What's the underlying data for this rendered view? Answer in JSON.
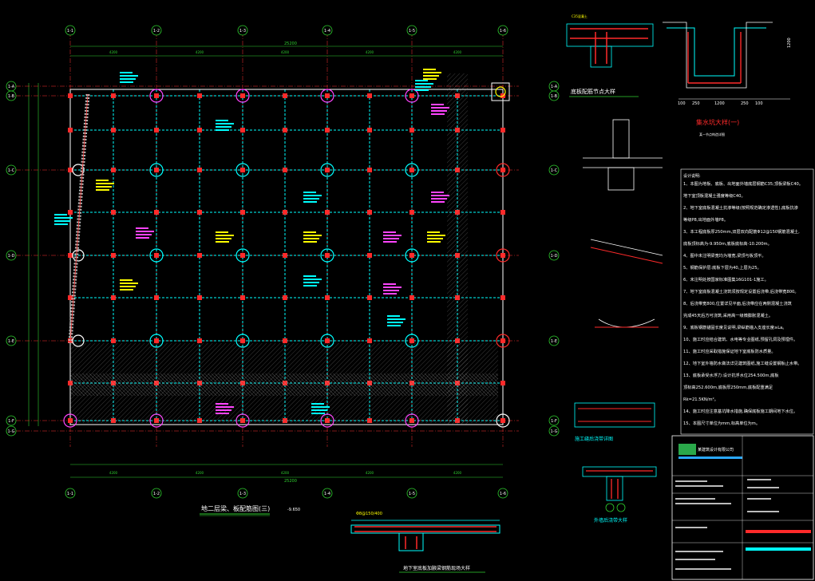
{
  "grid": {
    "col_labels": [
      "1-1",
      "1-2",
      "1-3",
      "1-4",
      "1-5",
      "1-6"
    ],
    "row_labels": [
      "1-A",
      "1-B",
      "1-C",
      "1-D",
      "1-E",
      "1-F",
      "1-G"
    ],
    "bay_dims_top": [
      "4200",
      "4200",
      "4200",
      "4200",
      "4200",
      "4200"
    ],
    "bay_dims_bottom": [
      "4200",
      "4200",
      "4200",
      "4200",
      "4200",
      "4200"
    ],
    "overall_dim": "25200"
  },
  "plan_title": "地二层梁、板配筋图(三)",
  "plan_level": "-9.650",
  "detail_titles": {
    "node": "底板配筋节点大样",
    "sump": "集水坑大样(一)",
    "sump_sub": "某一节点构造详图",
    "waterstop": "施工缝后浇带详图",
    "wall": "外墙后浇带大样",
    "beam_section": "地下室底板加腋梁钢筋现场大样"
  },
  "notes": {
    "title": "设计说明:",
    "lines": [
      "1、本图为地板、底板、出地面外墙底层钢筋C35;顶板梁板C40。",
      "   地下室顶板混凝土强度等级C40。",
      "2、地下室底板混凝土抗渗等级(按照规范确定渗透性),底板抗渗",
      "   等级P8,出地面外墙P8。",
      "3、本工程底板厚250mm,双层双向配筋Φ12@150钢筋混凝土,",
      "   底板顶标高为-9.950m,底板底标高-10.200m。",
      "4、图中未注明梁宽均为墙宽,梁顶与板顶平。",
      "5、钢筋保护层:底板下层为40,上层为25。",
      "6、未注明处按国家标准图集16G101-1施工。",
      "7、地下室底板混凝土浇筑须按规定设置后浇带,后浇带宽800。",
      "8、后浇带宽800,位置详见平面,后浇带应在两侧混凝土浇筑",
      "   完成45天后方可浇筑,采用高一级微膨胀混凝土。",
      "9、底板钢筋锚固长度见说明,梁纵筋锚入支座长度≥La。",
      "10、施工时应结合建筑、水电等专业图纸,预留孔洞及预埋件。",
      "11、施工时应采取措施保证地下室底板防水质量。",
      "12、地下室外墙防水做法详见建筑图纸,施工缝设置钢板止水带。",
      "13、底板承受水浮力:设计抗浮水位254.500m,底板",
      "    顶标高252.600m,底板厚250mm,底板配重满足",
      "    Rk=21.5KN/m²。",
      "14、施工时应注意基坑降水措施,确保底板施工期间地下水位。",
      "15、本图尺寸单位为mm,标高单位为m。"
    ]
  },
  "title_block": {
    "company": "某建筑设计有限公司"
  }
}
